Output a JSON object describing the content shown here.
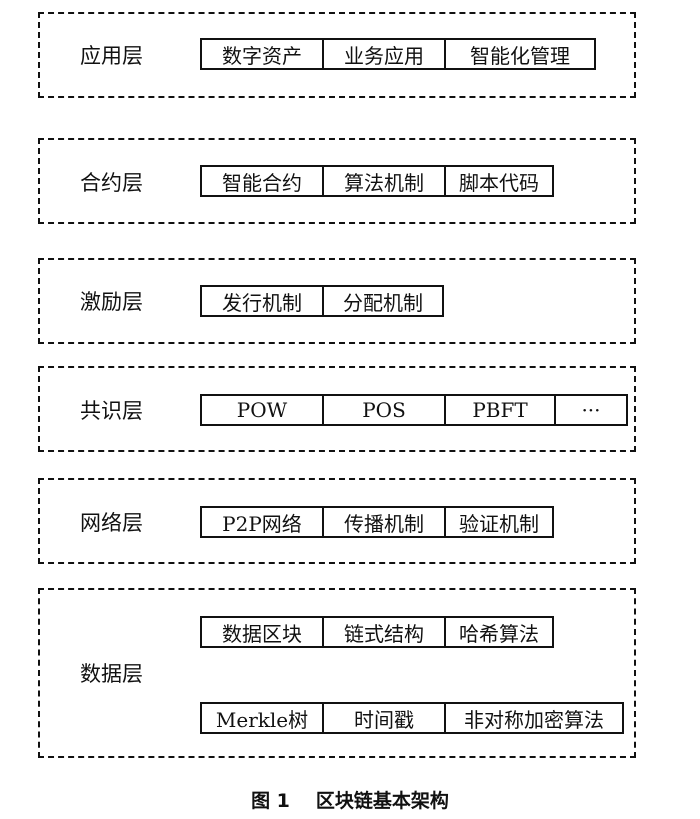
{
  "layers": [
    {
      "name": "应用层",
      "cells": [
        "数字资产",
        "业务应用",
        "智能化管理"
      ]
    },
    {
      "name": "合约层",
      "cells": [
        "智能合约",
        "算法机制",
        "脚本代码"
      ]
    },
    {
      "name": "激励层",
      "cells": [
        "发行机制",
        "分配机制"
      ]
    },
    {
      "name": "共识层",
      "cells": [
        "POW",
        "POS",
        "PBFT",
        "···"
      ]
    },
    {
      "name": "网络层",
      "cells": [
        "P2P网络",
        "传播机制",
        "验证机制"
      ]
    },
    {
      "name": "数据层",
      "cells_row1": [
        "数据区块",
        "链式结构",
        "哈希算法"
      ],
      "cells_row2": [
        "Merkle树",
        "时间戳",
        "非对称加密算法"
      ]
    }
  ],
  "caption": {
    "figure": "图 1",
    "title": "区块链基本架构"
  }
}
